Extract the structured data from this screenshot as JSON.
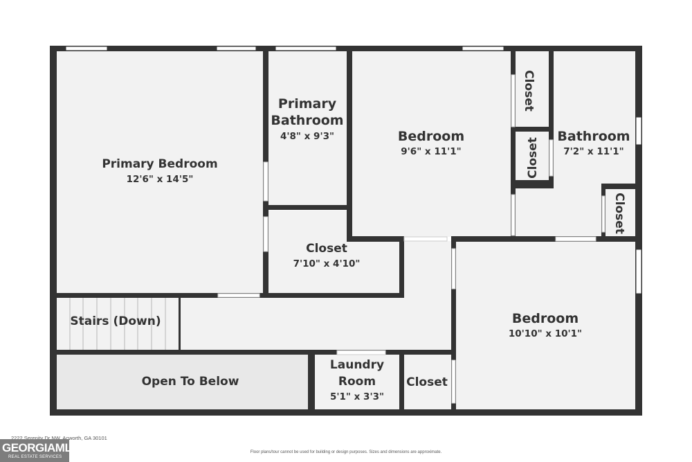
{
  "rooms": {
    "primary_bedroom": {
      "name": "Primary Bedroom",
      "dims": "12'6\" x 14'5\""
    },
    "primary_bathroom": {
      "name_line1": "Primary",
      "name_line2": "Bathroom",
      "dims": "4'8\" x 9'3\""
    },
    "bedroom_upper": {
      "name": "Bedroom",
      "dims": "9'6\" x 11'1\""
    },
    "bathroom": {
      "name": "Bathroom",
      "dims": "7'2\" x 11'1\""
    },
    "closet_top": {
      "name": "Closet"
    },
    "closet_mid": {
      "name": "Closet"
    },
    "closet_right": {
      "name": "Closet"
    },
    "closet_center": {
      "name": "Closet",
      "dims": "7'10\" x 4'10\""
    },
    "bedroom_lower": {
      "name": "Bedroom",
      "dims": "10'10\" x 10'1\""
    },
    "stairs": {
      "name": "Stairs (Down)"
    },
    "open_to_below": {
      "name": "Open To Below"
    },
    "laundry_room": {
      "name_line1": "Laundry",
      "name_line2": "Room",
      "dims": "5'1\" x 3'3\""
    },
    "closet_bottom": {
      "name": "Closet"
    }
  },
  "footer": {
    "address": "2222 Serenity Dr NW, Acworth, GA 30101",
    "disclaimer": "Floor plans/tour cannot be used for building or design purposes. Sizes and dimensions are approximate.",
    "logo_name": "GEORGIAMLS",
    "logo_sub": "REAL ESTATE SERVICES"
  },
  "colors": {
    "wall": "#333333",
    "floor": "#f2f2f2",
    "open_area": "#e8e8e8",
    "label": "#333333"
  }
}
